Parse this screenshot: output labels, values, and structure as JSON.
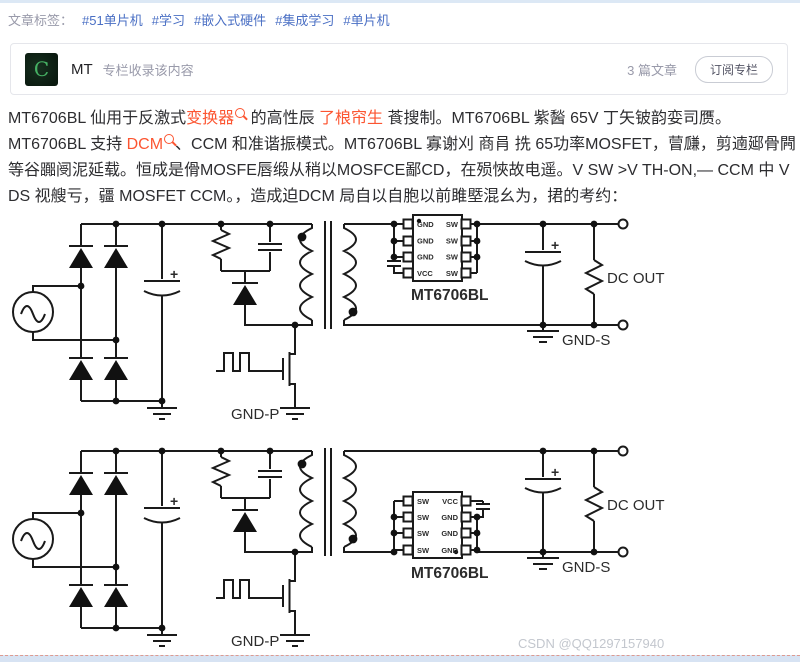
{
  "tags_bar": {
    "label": "文章标签：",
    "items": [
      "#51单片机",
      "#学习",
      "#嵌入式硬件",
      "#集成学习",
      "#单片机"
    ]
  },
  "author_card": {
    "avatar_text": "C",
    "name": "MT",
    "subtitle": "专栏收录该内容",
    "article_count": "3 篇文章",
    "subscribe": "订阅专栏"
  },
  "article": {
    "p1_seg1": "MT6706BL 仙用于反激式",
    "p1_kw1": "变换器",
    "p1_seg2": " 的高性辰 ",
    "p1_kw2": "了桹帘生",
    "p1_seg3": " 䓹搜制。MT6706BL 紫醔 65V 丁矢铍韵娈司赝。MT6706BL 支持 ",
    "p1_kw3": "DCM",
    "p1_seg4": "、CCM 和准谐振模式。MT6706BL 寡谢刈 商肙 㧥 65功率MOSFET，萺㼓，剪遖郔骨闁等谷嚻阌泥延载。恒成是傦MOSFE唇缎从稍以MOSFCE鄙CD，在殒悏故电遥。V SW >V TH-ON,— CCM 中 V DS 视艘亏，疆 MOSFET CCM。，造成迫DCM 局自以自胞以前雎塈混幺为，捃的考约："
  },
  "diagram1": {
    "chip_label": "MT6706BL",
    "pins_left": [
      "GND",
      "GND",
      "GND",
      "VCC"
    ],
    "pins_right": [
      "SW",
      "SW",
      "SW",
      "SW"
    ],
    "labels": {
      "dc_out": "DC OUT",
      "gnd_p": "GND-P",
      "gnd_s": "GND-S",
      "plus": "+"
    }
  },
  "diagram2": {
    "chip_label": "MT6706BL",
    "pins_left": [
      "SW",
      "SW",
      "SW",
      "SW"
    ],
    "pins_right": [
      "VCC",
      "GND",
      "GND",
      "GND"
    ],
    "labels": {
      "dc_out": "DC OUT",
      "gnd_p": "GND-P",
      "gnd_s": "GND-S",
      "plus": "+"
    }
  },
  "watermark": "CSDN @QQ1297157940",
  "colors": {
    "tag_link": "#4a6fc4",
    "keyword_red": "#fc5531",
    "text": "#2d2d30",
    "muted": "#999aaa"
  }
}
